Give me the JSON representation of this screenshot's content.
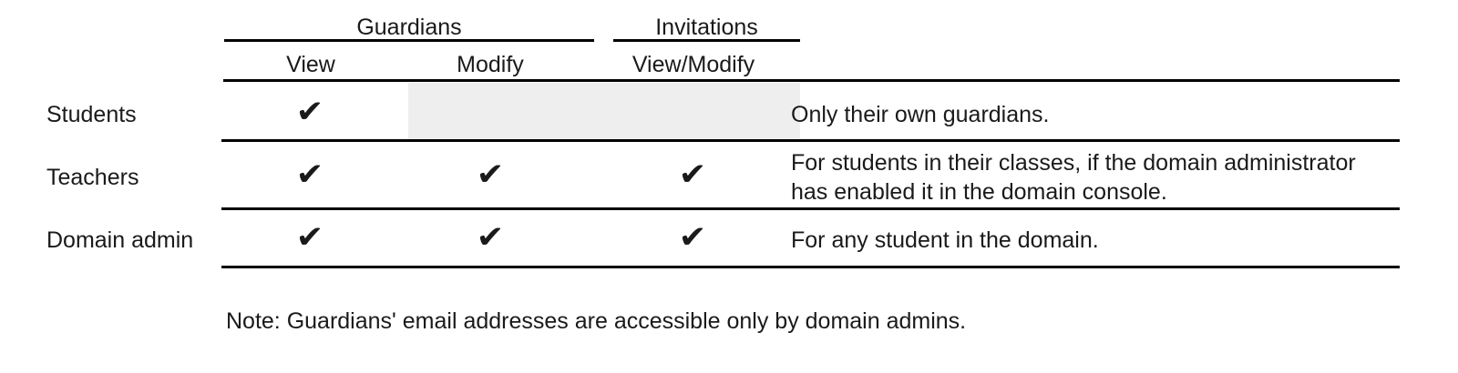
{
  "table": {
    "column_groups": [
      {
        "label": "Guardians",
        "span": 2
      },
      {
        "label": "Invitations",
        "span": 1
      },
      {
        "label": "",
        "span": 1
      }
    ],
    "column_headers": [
      "",
      "View",
      "Modify",
      "View/Modify",
      ""
    ],
    "check_glyph": "✔",
    "rows": [
      {
        "label": "Students",
        "guardians_view": "✔",
        "guardians_modify": "",
        "guardians_modify_state": "disabled",
        "invitations_view_modify": "",
        "invitations_view_modify_state": "disabled",
        "description": "Only their own guardians."
      },
      {
        "label": "Teachers",
        "guardians_view": "✔",
        "guardians_modify": "✔",
        "guardians_modify_state": "enabled",
        "invitations_view_modify": "✔",
        "invitations_view_modify_state": "enabled",
        "description": "For students in their classes, if the domain administrator has enabled it in the domain console."
      },
      {
        "label": "Domain admin",
        "guardians_view": "✔",
        "guardians_modify": "✔",
        "guardians_modify_state": "enabled",
        "invitations_view_modify": "✔",
        "invitations_view_modify_state": "enabled",
        "description": "For any student in the domain."
      }
    ]
  },
  "note": "Note: Guardians' email addresses are accessible only by domain admins.",
  "colors": {
    "rule": "#000000",
    "shaded_cell": "#eeeeee",
    "text": "#1a1a1a",
    "background": "#ffffff"
  }
}
